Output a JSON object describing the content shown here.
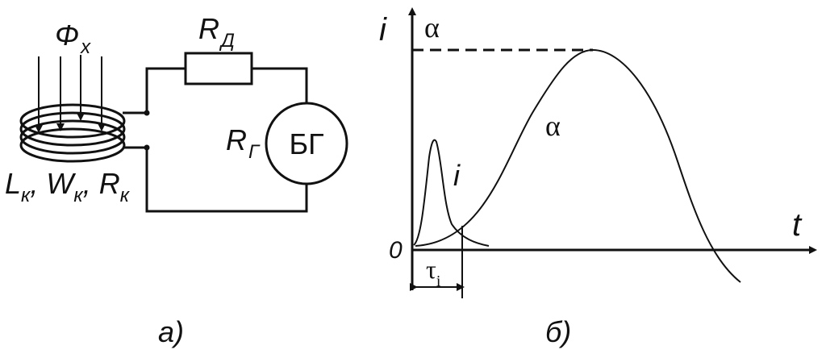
{
  "circuit": {
    "flux_symbol": "Φ",
    "flux_sub": "x",
    "resistor_symbol": "R",
    "resistor_sub": "Д",
    "galv_r_symbol": "R",
    "galv_r_sub": "Г",
    "galvanometer_label": "БГ",
    "coil_L": "L",
    "coil_L_sub": "к",
    "coil_W": "W",
    "coil_W_sub": "к",
    "coil_R": "R",
    "coil_R_sub": "к",
    "comma": ","
  },
  "graph": {
    "y_axis_label": "i",
    "alpha_axis_label": "α",
    "x_axis_label": "t",
    "origin_label": "0",
    "curve_i_label": "i",
    "curve_alpha_label": "α",
    "tau_symbol": "τ",
    "tau_sub": "i"
  },
  "captions": {
    "a": "а)",
    "b": "б)"
  }
}
